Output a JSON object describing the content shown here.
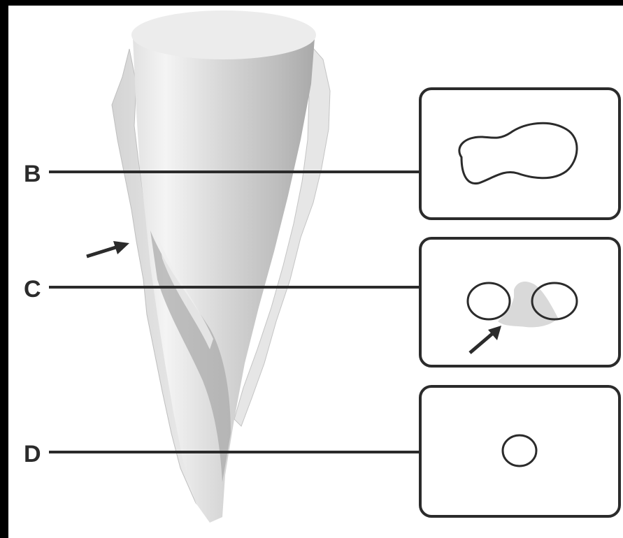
{
  "labels": {
    "b": "B",
    "c": "C",
    "d": "D"
  },
  "colors": {
    "background": "#000000",
    "panel": "#ffffff",
    "line": "#2b2b2b",
    "shaded_tissue": "#d9d9d9"
  }
}
